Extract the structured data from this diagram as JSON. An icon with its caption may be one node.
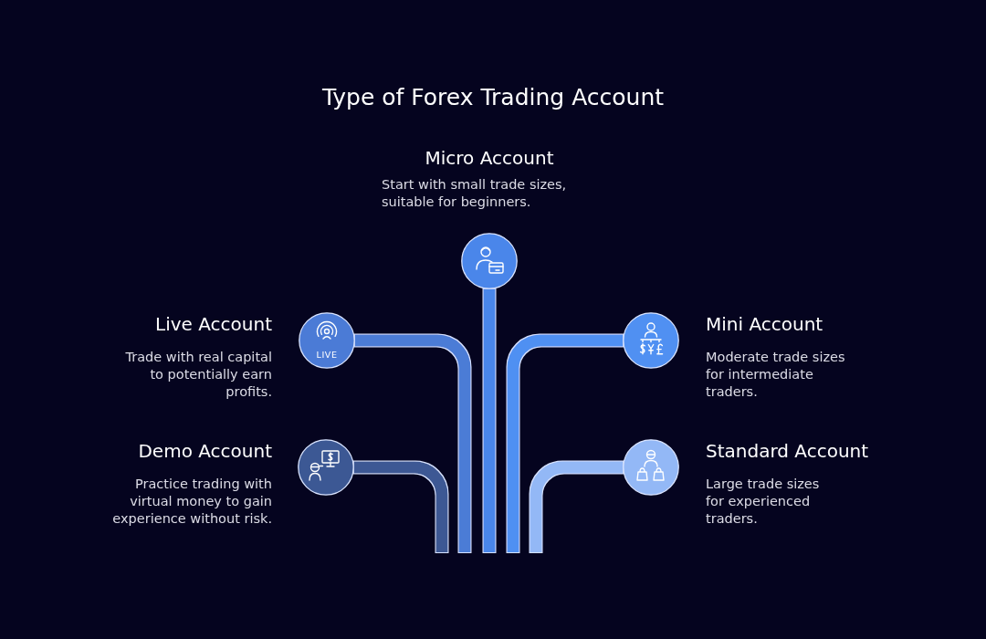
{
  "diagram": {
    "title": "Type of Forex Trading Account",
    "nodes": [
      {
        "text": [
          "Micro Account",
          "Start with small trade sizes, suitable for beginners."
        ]
      },
      {
        "text": [
          "Live Account",
          "Trade with real capital to potentially earn profits."
        ]
      },
      {
        "text": [
          "Mini Account",
          "Moderate trade sizes for intermediate traders."
        ]
      },
      {
        "text": [
          "Demo Account",
          "Practice trading with virtual money to gain experience without risk."
        ]
      },
      {
        "text": [
          "Standard Account",
          "Large trade sizes for experienced traders."
        ]
      }
    ],
    "edges": [
      {
        "from": 0,
        "to": null,
        "arrow": "none",
        "color": "#4a86ea"
      },
      {
        "from": 1,
        "to": null,
        "arrow": "none",
        "color": "#4b7bd6"
      },
      {
        "from": 2,
        "to": null,
        "arrow": "none",
        "color": "#5090f2"
      },
      {
        "from": 3,
        "to": null,
        "arrow": "none",
        "color": "#3c5894"
      },
      {
        "from": 4,
        "to": null,
        "arrow": "none",
        "color": "#93b8f6"
      }
    ],
    "labels": [
      "LIVE"
    ]
  }
}
